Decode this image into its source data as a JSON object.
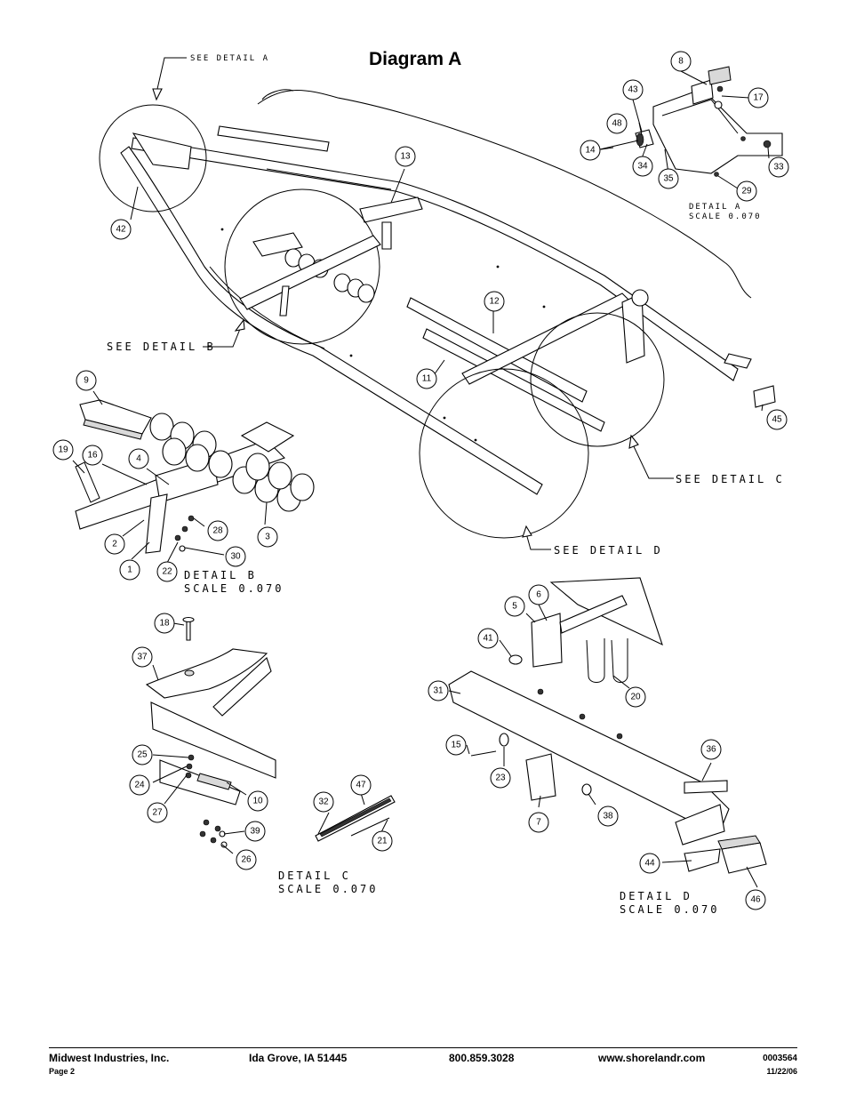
{
  "title": "Diagram A",
  "detail_refs": [
    "SEE DETAIL A",
    "SEE DETAIL B",
    "SEE DETAIL C",
    "SEE DETAIL D"
  ],
  "detail_scales": [
    {
      "name": "DETAIL A",
      "scale": "SCALE 0.070"
    },
    {
      "name": "DETAIL B",
      "scale": "SCALE 0.070"
    },
    {
      "name": "DETAIL C",
      "scale": "SCALE 0.070"
    },
    {
      "name": "DETAIL D",
      "scale": "SCALE 0.070"
    }
  ],
  "callouts": [
    "8",
    "43",
    "17",
    "48",
    "14",
    "34",
    "35",
    "29",
    "33",
    "13",
    "42",
    "12",
    "11",
    "45",
    "9",
    "19",
    "16",
    "4",
    "28",
    "2",
    "3",
    "1",
    "22",
    "30",
    "5",
    "6",
    "41",
    "20",
    "18",
    "37",
    "31",
    "15",
    "23",
    "36",
    "25",
    "24",
    "27",
    "10",
    "39",
    "26",
    "47",
    "32",
    "21",
    "7",
    "38",
    "44",
    "46"
  ],
  "footer": {
    "company": "Midwest Industries, Inc.",
    "city": "Ida Grove, IA  51445",
    "phone": "800.859.3028",
    "website": "www.shorelandr.com",
    "doc_number": "0003564",
    "page": "Page 2",
    "date": "11/22/06"
  }
}
